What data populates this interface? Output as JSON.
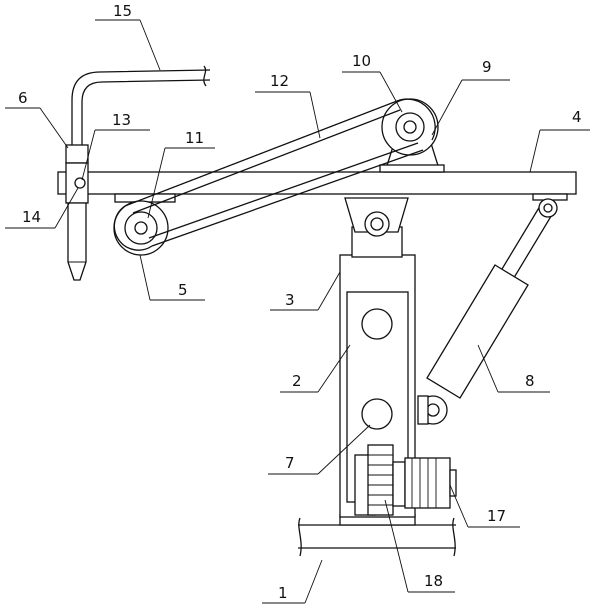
{
  "figure": {
    "labels": [
      {
        "id": "1",
        "text": "1"
      },
      {
        "id": "2",
        "text": "2"
      },
      {
        "id": "3",
        "text": "3"
      },
      {
        "id": "4",
        "text": "4"
      },
      {
        "id": "5",
        "text": "5"
      },
      {
        "id": "6",
        "text": "6"
      },
      {
        "id": "7",
        "text": "7"
      },
      {
        "id": "8",
        "text": "8"
      },
      {
        "id": "9",
        "text": "9"
      },
      {
        "id": "10",
        "text": "10"
      },
      {
        "id": "11",
        "text": "11"
      },
      {
        "id": "12",
        "text": "12"
      },
      {
        "id": "13",
        "text": "13"
      },
      {
        "id": "14",
        "text": "14"
      },
      {
        "id": "15",
        "text": "15"
      },
      {
        "id": "17",
        "text": "17"
      },
      {
        "id": "18",
        "text": "18"
      }
    ]
  }
}
